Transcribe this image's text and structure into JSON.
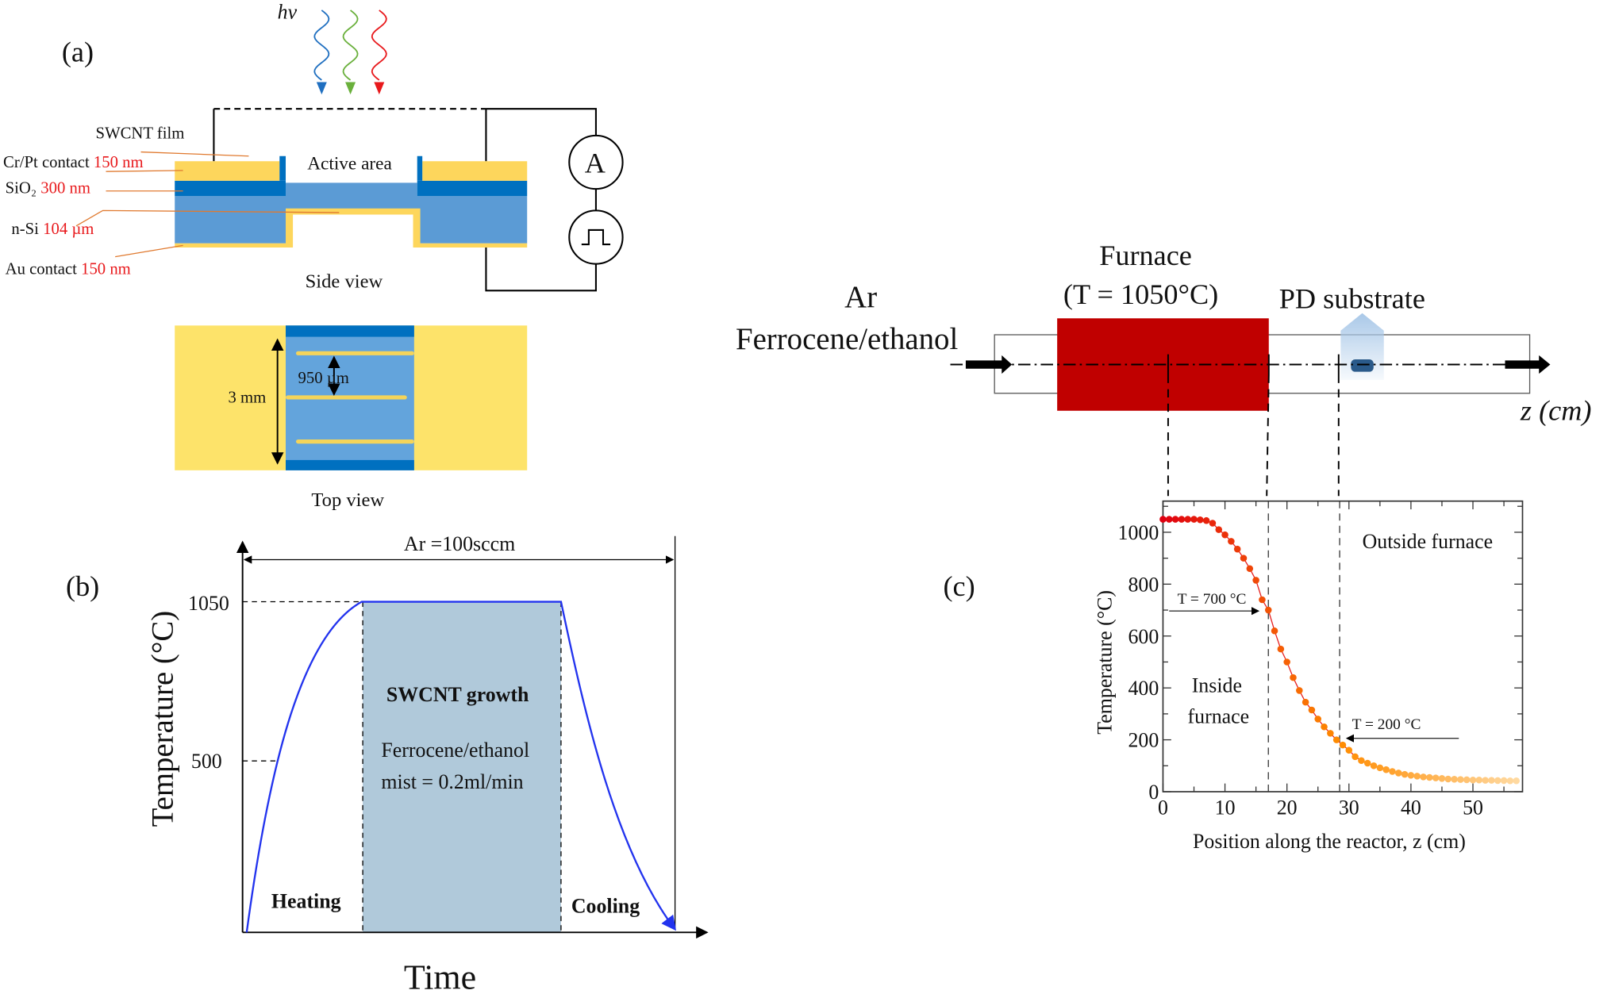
{
  "panel_a": {
    "label": "(a)",
    "hv": "hv",
    "swcnt_film": "SWCNT film",
    "crpt_label": "Cr/Pt contact",
    "crpt_value": "150 nm",
    "sio2_label": "SiO₂",
    "sio2_value": "300 nm",
    "nsi_label": "n-Si",
    "nsi_value": "104 µm",
    "au_label": "Au contact",
    "au_value": "150 nm",
    "active_area": "Active area",
    "side_view": "Side view",
    "top_view": "Top view",
    "dim_3mm": "3 mm",
    "dim_950": "950 µm",
    "ammeter": "A",
    "light_colors": [
      "#1f6fc0",
      "#6ab03c",
      "#e8191c"
    ]
  },
  "panel_b": {
    "label": "(b)",
    "gas": "Ar =100sccm",
    "ylabel": "Temperature (°C)",
    "xlabel": "Time",
    "y_ticks": [
      "1050",
      "500"
    ],
    "growth": "SWCNT growth",
    "mist_line1": "Ferrocene/ethanol",
    "mist_line2": "mist = 0.2ml/min",
    "heating": "Heating",
    "cooling": "Cooling"
  },
  "panel_c": {
    "label": "(c)",
    "furnace": "Furnace",
    "furnace_temp": "(T = 1050°C)",
    "ar": "Ar",
    "ferrocene": "Ferrocene/ethanol",
    "pd_substrate": "PD substrate",
    "z_axis": "z (cm)",
    "furnace_color": "#c00000"
  },
  "chart_data": {
    "type": "scatter",
    "xlabel": "Position along the reactor, z (cm)",
    "ylabel": "Temperature (°C)",
    "xlim": [
      0,
      58
    ],
    "ylim": [
      0,
      1120
    ],
    "x_ticks": [
      "0",
      "10",
      "20",
      "30",
      "40",
      "50"
    ],
    "y_ticks": [
      "0",
      "200",
      "400",
      "600",
      "800",
      "1000"
    ],
    "x": [
      0,
      1,
      2,
      3,
      4,
      5,
      6,
      7,
      8,
      9,
      10,
      11,
      12,
      13,
      14,
      15,
      16,
      17,
      18,
      19,
      20,
      21,
      22,
      23,
      24,
      25,
      26,
      27,
      28,
      29,
      30,
      31,
      32,
      33,
      34,
      35,
      36,
      37,
      38,
      39,
      40,
      41,
      42,
      43,
      44,
      45,
      46,
      47,
      48,
      49,
      50,
      51,
      52,
      53,
      54,
      55,
      56,
      57
    ],
    "y": [
      1050,
      1050,
      1050,
      1050,
      1050,
      1050,
      1048,
      1045,
      1035,
      1010,
      990,
      965,
      935,
      900,
      860,
      815,
      740,
      700,
      620,
      550,
      500,
      440,
      390,
      345,
      315,
      280,
      250,
      225,
      200,
      180,
      160,
      135,
      120,
      110,
      100,
      92,
      85,
      78,
      72,
      67,
      63,
      60,
      57,
      55,
      53,
      51,
      49,
      48,
      47,
      46,
      45,
      45,
      44,
      44,
      43,
      43,
      42,
      42
    ],
    "dividers_z": [
      17,
      28.5
    ],
    "annotations": {
      "t700": "T = 700 °C",
      "t200": "T = 200 °C",
      "inside1": "Inside",
      "inside2": "furnace",
      "outside": "Outside furnace"
    },
    "colors": {
      "start": "#e00010",
      "mid": "#ff8c00",
      "end": "#ffd9a0"
    }
  }
}
